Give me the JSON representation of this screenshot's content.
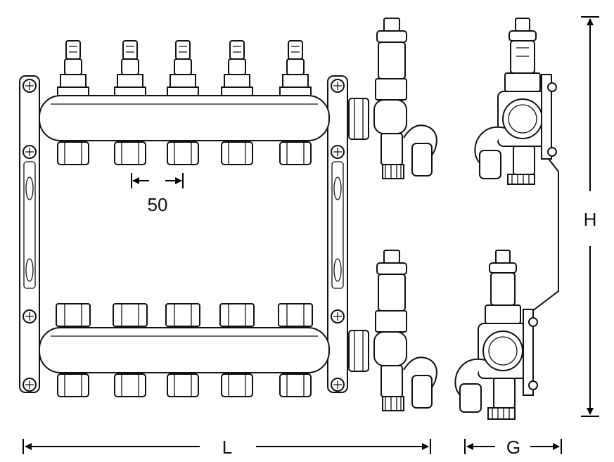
{
  "drawing": {
    "outlet_count": 5,
    "labels": {
      "spacing": "50",
      "length": "L",
      "height": "H",
      "depth": "G"
    },
    "colors": {
      "line": "#111111",
      "background": "#ffffff"
    }
  }
}
